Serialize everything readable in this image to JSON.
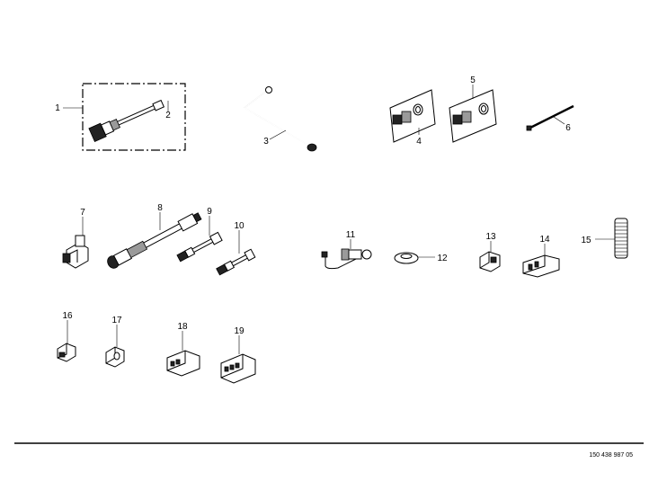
{
  "parts": [
    {
      "id": "part-1",
      "callout": "1"
    },
    {
      "id": "part-2",
      "callout": "2"
    },
    {
      "id": "part-3",
      "callout": "3"
    },
    {
      "id": "part-4",
      "callout": "4"
    },
    {
      "id": "part-5",
      "callout": "5"
    },
    {
      "id": "part-6",
      "callout": "6"
    },
    {
      "id": "part-7",
      "callout": "7"
    },
    {
      "id": "part-8",
      "callout": "8"
    },
    {
      "id": "part-9",
      "callout": "9"
    },
    {
      "id": "part-10",
      "callout": "10"
    },
    {
      "id": "part-11",
      "callout": "11"
    },
    {
      "id": "part-12",
      "callout": "12"
    },
    {
      "id": "part-13",
      "callout": "13"
    },
    {
      "id": "part-14",
      "callout": "14"
    },
    {
      "id": "part-15",
      "callout": "15"
    },
    {
      "id": "part-16",
      "callout": "16"
    },
    {
      "id": "part-17",
      "callout": "17"
    },
    {
      "id": "part-18",
      "callout": "18"
    },
    {
      "id": "part-19",
      "callout": "19"
    }
  ],
  "footer": {
    "drawing_number": "150 438 987 05"
  }
}
